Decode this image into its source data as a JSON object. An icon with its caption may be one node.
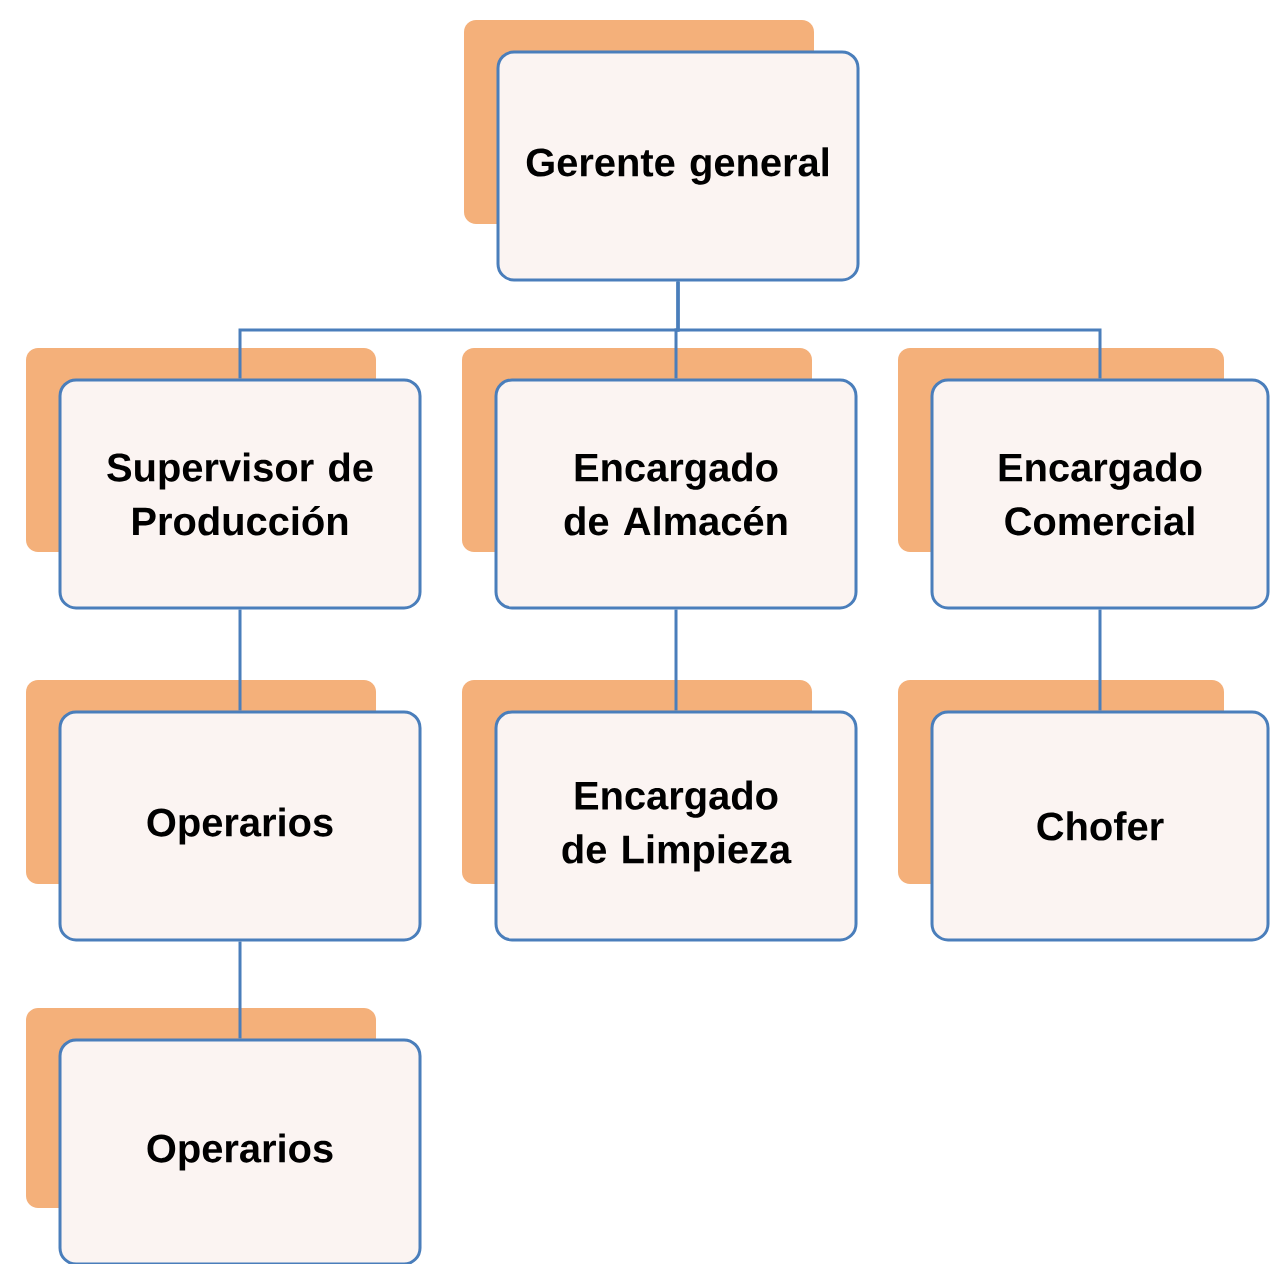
{
  "diagram": {
    "nodes": [
      {
        "text": [
          "Gerente general"
        ]
      },
      {
        "text": [
          "Supervisor de Producción"
        ]
      },
      {
        "text": [
          "Encargado de Almacén"
        ]
      },
      {
        "text": [
          "Encargado Comercial"
        ]
      },
      {
        "text": [
          "Operarios"
        ]
      },
      {
        "text": [
          "Encargado de Limpieza"
        ]
      },
      {
        "text": [
          "Chofer"
        ]
      },
      {
        "text": [
          "Operarios"
        ]
      }
    ],
    "edges": [
      {
        "from": 0,
        "to": 1,
        "arrow": "none"
      },
      {
        "from": 0,
        "to": 2,
        "arrow": "none"
      },
      {
        "from": 0,
        "to": 3,
        "arrow": "none"
      },
      {
        "from": 1,
        "to": 4,
        "arrow": "none"
      },
      {
        "from": 2,
        "to": 5,
        "arrow": "none"
      },
      {
        "from": 3,
        "to": 6,
        "arrow": "none"
      },
      {
        "from": 4,
        "to": 7,
        "arrow": "none"
      }
    ]
  }
}
